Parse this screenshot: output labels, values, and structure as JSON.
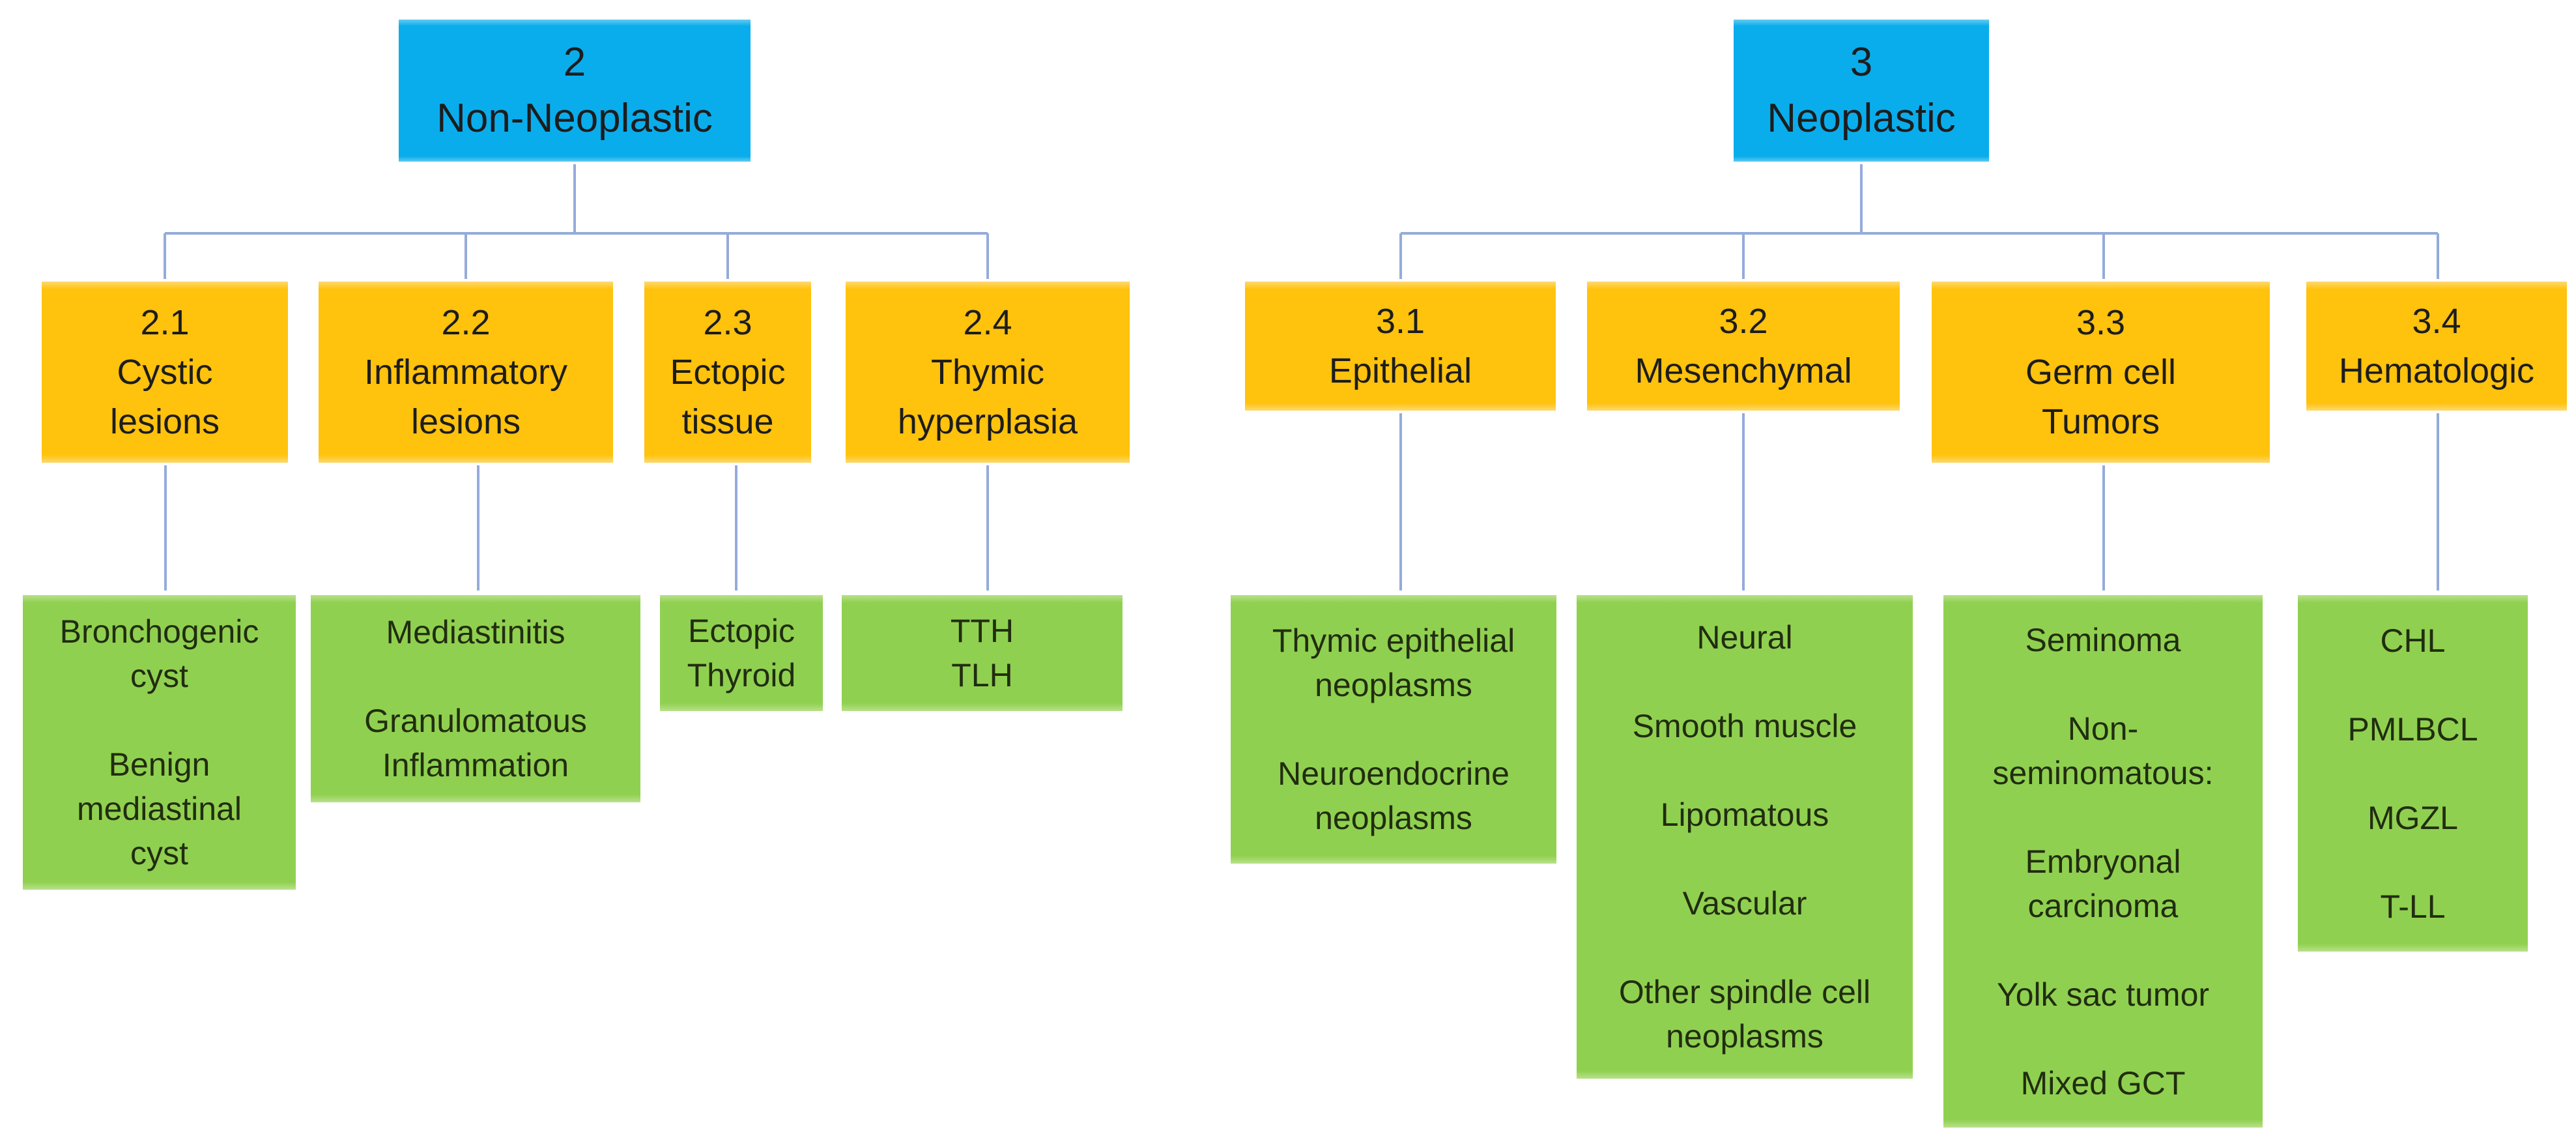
{
  "figure": {
    "description": "Flowchart of mediastinal lesion classification with two trees: non-neoplastic and neoplastic",
    "background_color": "#ffffff"
  },
  "palette": {
    "root_blue": "#0aadec",
    "category_orange": "#ffc20d",
    "detail_green": "#90d050",
    "connector_line": "#94abdb",
    "text_dark": "#1d1d1d"
  },
  "left_tree": {
    "root": {
      "text": "2\nNon-Neoplastic"
    },
    "children": [
      {
        "label": "2.1\nCystic\nlesions",
        "detail": "Bronchogenic\ncyst\n\nBenign\nmediastinal\ncyst"
      },
      {
        "label": "2.2\nInflammatory\nlesions",
        "detail": "Mediastinitis\n\nGranulomatous\nInflammation"
      },
      {
        "label": "2.3\nEctopic\ntissue",
        "detail": "Ectopic\nThyroid"
      },
      {
        "label": "2.4\nThymic\nhyperplasia",
        "detail": "TTH\nTLH"
      }
    ]
  },
  "right_tree": {
    "root": {
      "text": "3\nNeoplastic"
    },
    "children": [
      {
        "label": "3.1\nEpithelial",
        "detail": "Thymic epithelial\nneoplasms\n\nNeuroendocrine\nneoplasms"
      },
      {
        "label": "3.2\nMesenchymal",
        "detail": "Neural\n\nSmooth muscle\n\nLipomatous\n\nVascular\n\nOther spindle cell\nneoplasms"
      },
      {
        "label": "3.3\nGerm cell\nTumors",
        "detail": "Seminoma\n\nNon-\nseminomatous:\n\nEmbryonal\ncarcinoma\n\nYolk sac tumor\n\nMixed GCT"
      },
      {
        "label": "3.4\nHematologic",
        "detail": "CHL\n\nPMLBCL\n\nMGZL\n\nT-LL"
      }
    ]
  }
}
